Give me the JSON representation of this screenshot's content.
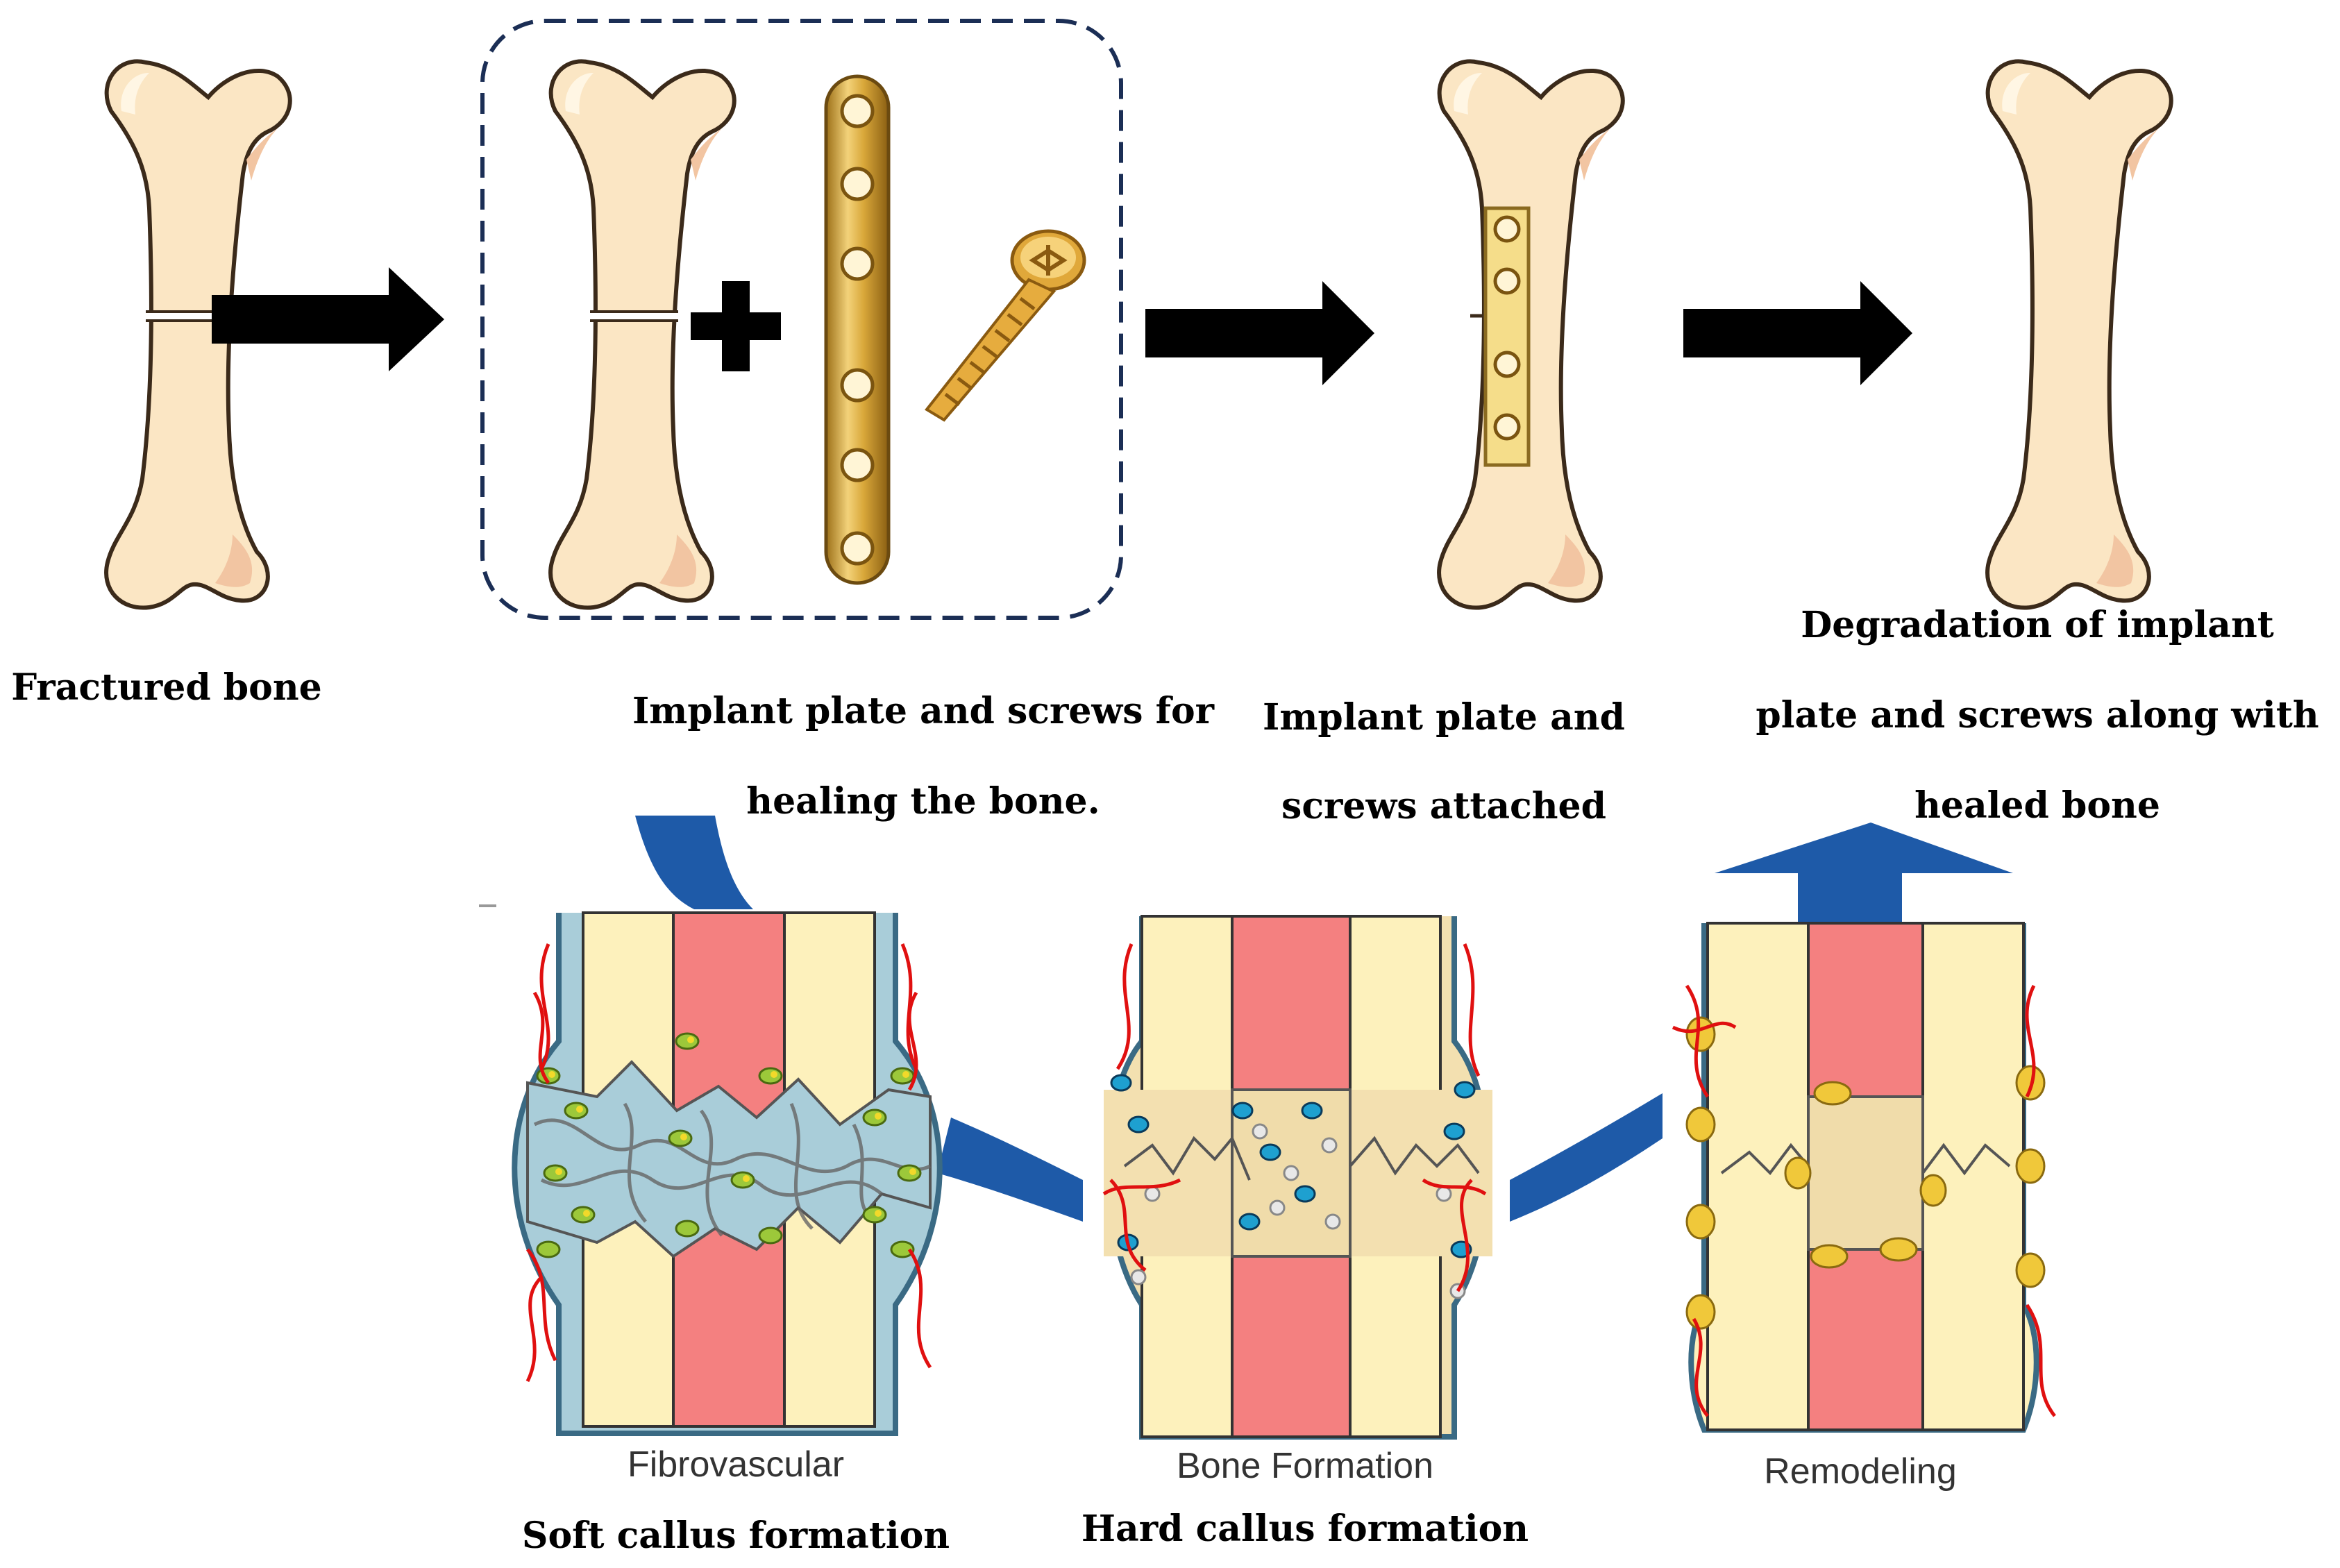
{
  "top_labels": {
    "fractured": "Fractured bone",
    "implant_line1": "Implant plate and screws for",
    "implant_line2": "healing the bone.",
    "attached_line1": "Implant plate and",
    "attached_line2": "screws attached",
    "degradation_line1": "Degradation of implant",
    "degradation_line2": "plate and screws along with",
    "degradation_line3": "healed bone"
  },
  "stages": {
    "fibro_title": "Fibrovascular",
    "fibro_caption": "Soft callus formation",
    "bone_title": "Bone Formation",
    "bone_caption": "Hard callus formation",
    "remodel_title": "Remodeling"
  },
  "colors": {
    "bone_fill": "#fbe6c4",
    "bone_shade": "#f2c5a2",
    "marrow": "#f48080",
    "cortex": "#fdf1bc",
    "implant_gold": "#d6a83a",
    "arrow_blue": "#1e5aa8",
    "callus_blue": "#a8cbd8",
    "vessel_red": "#e01010"
  }
}
